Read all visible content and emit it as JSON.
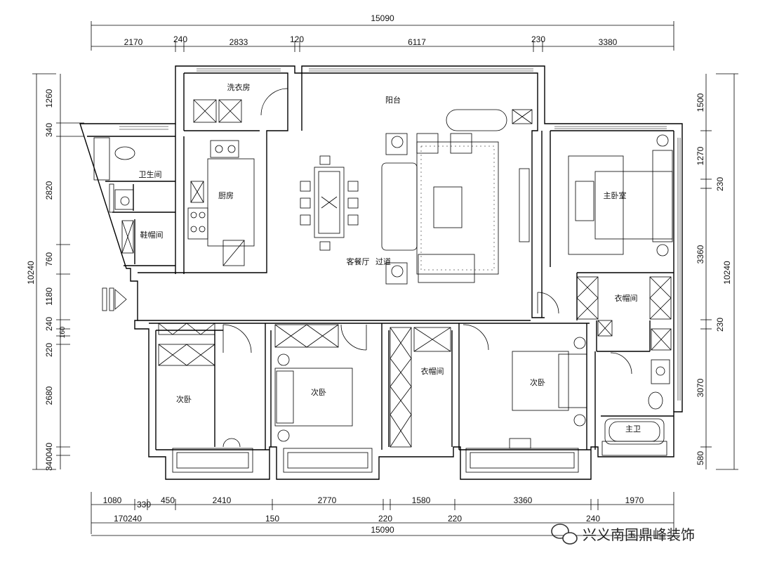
{
  "dimensions": {
    "top_total": "15090",
    "top_segments": [
      "2170",
      "240",
      "2833",
      "120",
      "6117",
      "230",
      "3380"
    ],
    "bottom_row1": [
      "1080",
      "330",
      "450",
      "2410",
      "2770",
      "1580",
      "3360",
      "1970"
    ],
    "bottom_row2": [
      "170240",
      "150",
      "220",
      "220",
      "240"
    ],
    "bottom_total": "15090",
    "left_total": "10240",
    "left_segments": [
      "1260",
      "340",
      "2820",
      "760",
      "1180",
      "240",
      "160",
      "220",
      "2680",
      "040",
      "340"
    ],
    "right_total": "10240",
    "right_segments": [
      "1500",
      "1270",
      "230",
      "3360",
      "230",
      "3070",
      "580"
    ]
  },
  "rooms": {
    "laundry": "洗衣房",
    "balcony": "阳台",
    "bathroom": "卫生间",
    "kitchen": "厨房",
    "shoe_room": "鞋帽间",
    "living_dining": "客餐厅",
    "corridor": "过道",
    "master_bedroom": "主卧室",
    "cloak_room_right": "衣帽间",
    "master_bath": "主卫",
    "bedroom_1": "次卧",
    "bedroom_2": "次卧",
    "cloak_room_middle": "衣帽间",
    "bedroom_3": "次卧"
  },
  "watermark": "兴义南国鼎峰装饰",
  "watermark_icon": "wechat-icon"
}
